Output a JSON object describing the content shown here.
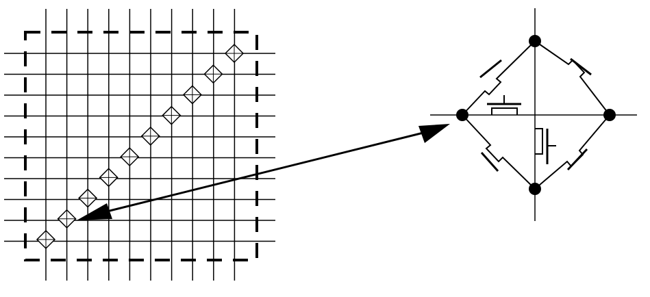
{
  "diagram": {
    "type": "schematic",
    "grid": {
      "vertical_lines": 10,
      "horizontal_lines": 10,
      "cells_on_diagonal": 10
    },
    "switch_cell": {
      "nodes": 4,
      "edge_switches": 4,
      "internal_switches": 2
    },
    "colors": {
      "ink": "#000000",
      "background": "#ffffff"
    }
  }
}
